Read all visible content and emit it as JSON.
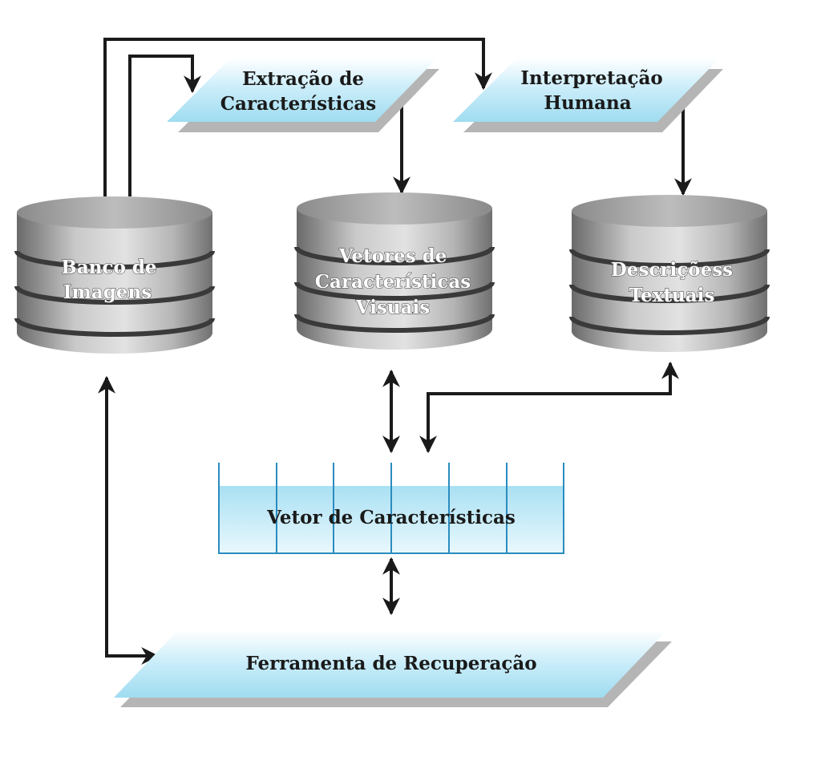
{
  "nodes": {
    "extracao": {
      "line1": "Extração de",
      "line2": "Características"
    },
    "interpretacao": {
      "line1": "Interpretação",
      "line2": "Humana"
    },
    "banco": {
      "line1": "Banco de",
      "line2": "Imagens"
    },
    "vetores": {
      "line1": "Vetores de",
      "line2": "Características",
      "line3": "Visuais"
    },
    "descricoes": {
      "line1": "Descriçõess",
      "line2": "Textuais"
    },
    "vetor": {
      "label": "Vetor de Características"
    },
    "ferramenta": {
      "label": "Ferramenta de Recuperação"
    }
  },
  "colors": {
    "parallelogram_light": "#eaf8fd",
    "parallelogram_dark": "#9fdcf0",
    "parallelogram_shadow": "#b5b5b5",
    "cylinder_dark": "#6e6e6e",
    "cylinder_light": "#d8d8d8",
    "cylinder_band": "#3a3a3a",
    "arrow": "#1a1a1a",
    "vector_border": "#2a8cbf"
  }
}
